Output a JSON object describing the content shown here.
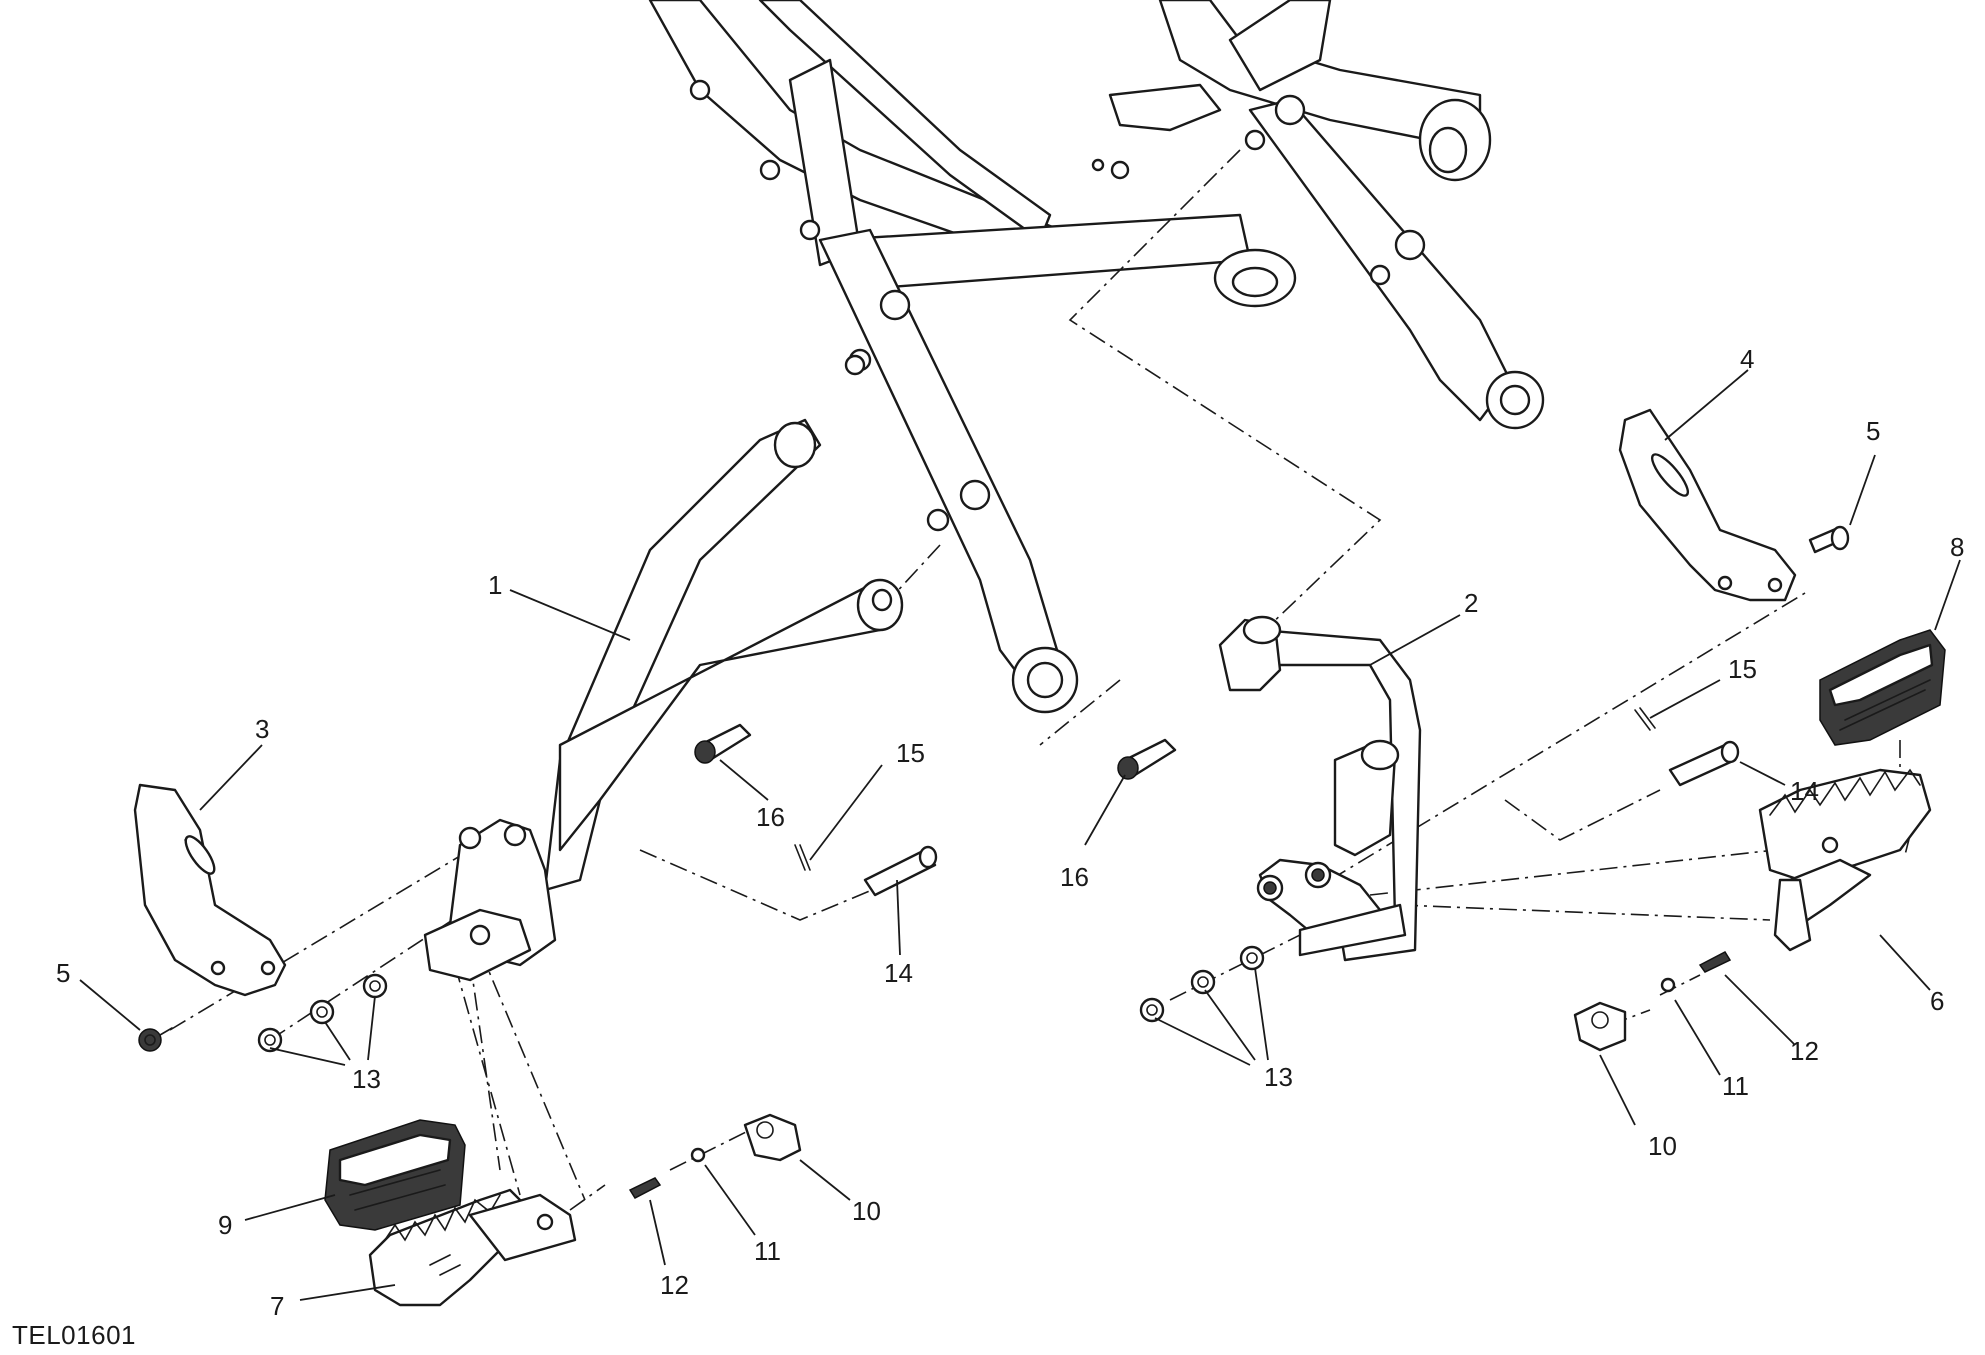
{
  "drawing_code": "TEL01601",
  "callouts": [
    {
      "id": "c1",
      "label": "1"
    },
    {
      "id": "c2",
      "label": "2"
    },
    {
      "id": "c3",
      "label": "3"
    },
    {
      "id": "c4",
      "label": "4"
    },
    {
      "id": "c5a",
      "label": "5"
    },
    {
      "id": "c5b",
      "label": "5"
    },
    {
      "id": "c6",
      "label": "6"
    },
    {
      "id": "c7",
      "label": "7"
    },
    {
      "id": "c8",
      "label": "8"
    },
    {
      "id": "c9",
      "label": "9"
    },
    {
      "id": "c10a",
      "label": "10"
    },
    {
      "id": "c10b",
      "label": "10"
    },
    {
      "id": "c11a",
      "label": "11"
    },
    {
      "id": "c11b",
      "label": "11"
    },
    {
      "id": "c12a",
      "label": "12"
    },
    {
      "id": "c12b",
      "label": "12"
    },
    {
      "id": "c13a",
      "label": "13"
    },
    {
      "id": "c13b",
      "label": "13"
    },
    {
      "id": "c14a",
      "label": "14"
    },
    {
      "id": "c14b",
      "label": "14"
    },
    {
      "id": "c15a",
      "label": "15"
    },
    {
      "id": "c15b",
      "label": "15"
    },
    {
      "id": "c16a",
      "label": "16"
    },
    {
      "id": "c16b",
      "label": "16"
    }
  ]
}
